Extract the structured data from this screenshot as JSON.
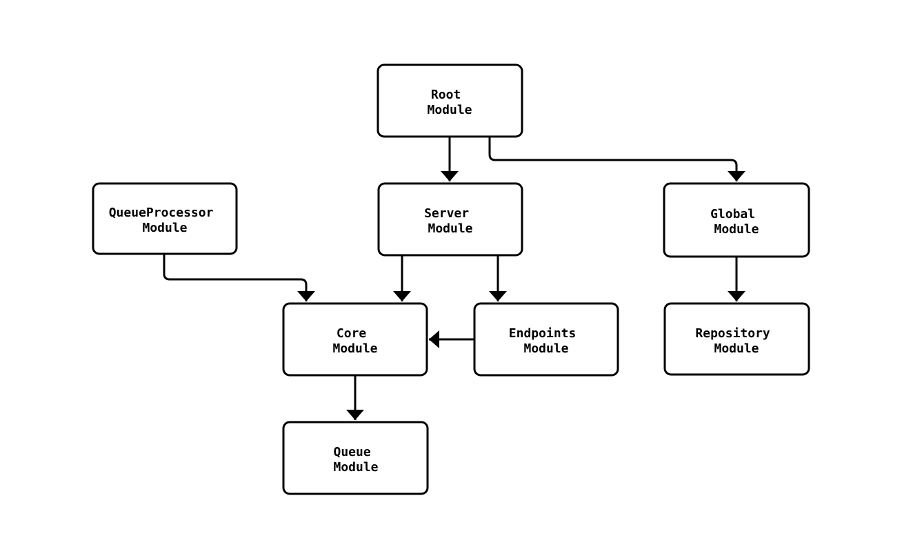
{
  "diagram": {
    "type": "flowchart",
    "background_color": "#ffffff",
    "line_color": "#000000",
    "node_fill_color": "#ffffff",
    "text_color": "#000000",
    "nodes": {
      "root": {
        "lines": [
          "Root",
          "Module"
        ]
      },
      "queueprocessor": {
        "lines": [
          "QueueProcessor",
          "Module"
        ]
      },
      "server": {
        "lines": [
          "Server",
          "Module"
        ]
      },
      "global": {
        "lines": [
          "Global",
          "Module"
        ]
      },
      "core": {
        "lines": [
          "Core",
          "Module"
        ]
      },
      "endpoints": {
        "lines": [
          "Endpoints",
          "Module"
        ]
      },
      "repository": {
        "lines": [
          "Repository",
          "Module"
        ]
      },
      "queue": {
        "lines": [
          "Queue",
          "Module"
        ]
      }
    },
    "edges": [
      {
        "from": "root",
        "to": "server"
      },
      {
        "from": "root",
        "to": "global"
      },
      {
        "from": "queueprocessor",
        "to": "core"
      },
      {
        "from": "server",
        "to": "core"
      },
      {
        "from": "server",
        "to": "endpoints"
      },
      {
        "from": "endpoints",
        "to": "core"
      },
      {
        "from": "global",
        "to": "repository"
      },
      {
        "from": "core",
        "to": "queue"
      }
    ]
  }
}
